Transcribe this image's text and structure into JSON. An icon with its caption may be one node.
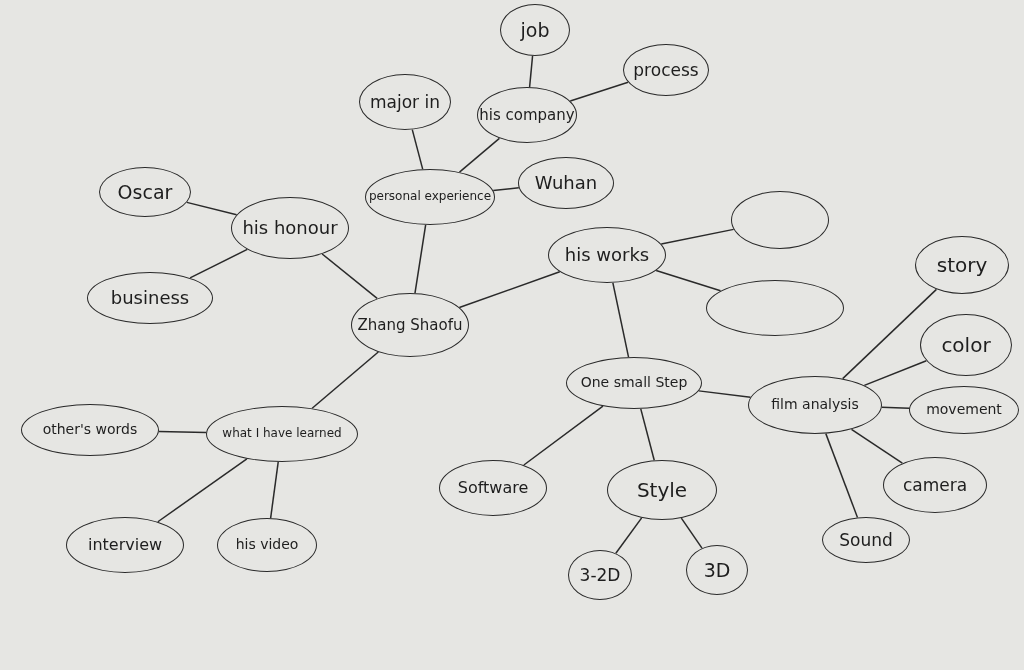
{
  "diagram": {
    "nodes": [
      {
        "text": [
          "Zhang Shaofu"
        ]
      },
      {
        "text": [
          "personal experience"
        ]
      },
      {
        "text": [
          "major in"
        ]
      },
      {
        "text": [
          "his company"
        ]
      },
      {
        "text": [
          "job"
        ]
      },
      {
        "text": [
          "process"
        ]
      },
      {
        "text": [
          "Wuhan"
        ]
      },
      {
        "text": [
          "his honour"
        ]
      },
      {
        "text": [
          "Oscar"
        ]
      },
      {
        "text": [
          "business"
        ]
      },
      {
        "text": [
          "his works"
        ]
      },
      {
        "text": [],
        "shape": "circle"
      },
      {
        "text": [],
        "shape": "circle"
      },
      {
        "text": [
          "One small Step"
        ]
      },
      {
        "text": [
          "film analysis"
        ]
      },
      {
        "text": [
          "story"
        ]
      },
      {
        "text": [
          "color"
        ]
      },
      {
        "text": [
          "movement"
        ]
      },
      {
        "text": [
          "camera"
        ]
      },
      {
        "text": [
          "Sound"
        ]
      },
      {
        "text": [
          "Software"
        ]
      },
      {
        "text": [
          "Style"
        ]
      },
      {
        "text": [
          "3-2D"
        ]
      },
      {
        "text": [
          "3D"
        ]
      },
      {
        "text": [
          "what I have learned"
        ]
      },
      {
        "text": [
          "other's words"
        ]
      },
      {
        "text": [
          "interview"
        ]
      },
      {
        "text": [
          "his video"
        ]
      }
    ],
    "edges": [
      {
        "from": 0,
        "to": 1,
        "arrow": "none"
      },
      {
        "from": 1,
        "to": 2,
        "arrow": "none"
      },
      {
        "from": 1,
        "to": 3,
        "arrow": "none"
      },
      {
        "from": 3,
        "to": 4,
        "arrow": "none"
      },
      {
        "from": 3,
        "to": 5,
        "arrow": "none"
      },
      {
        "from": 1,
        "to": 6,
        "arrow": "none"
      },
      {
        "from": 0,
        "to": 7,
        "arrow": "none"
      },
      {
        "from": 7,
        "to": 8,
        "arrow": "none"
      },
      {
        "from": 7,
        "to": 9,
        "arrow": "none"
      },
      {
        "from": 0,
        "to": 10,
        "arrow": "none"
      },
      {
        "from": 10,
        "to": 11,
        "arrow": "none"
      },
      {
        "from": 10,
        "to": 12,
        "arrow": "none"
      },
      {
        "from": 10,
        "to": 13,
        "arrow": "none"
      },
      {
        "from": 13,
        "to": 14,
        "arrow": "none"
      },
      {
        "from": 14,
        "to": 15,
        "arrow": "none"
      },
      {
        "from": 14,
        "to": 16,
        "arrow": "none"
      },
      {
        "from": 14,
        "to": 17,
        "arrow": "none"
      },
      {
        "from": 14,
        "to": 18,
        "arrow": "none"
      },
      {
        "from": 14,
        "to": 19,
        "arrow": "none"
      },
      {
        "from": 13,
        "to": 20,
        "arrow": "none"
      },
      {
        "from": 13,
        "to": 21,
        "arrow": "none"
      },
      {
        "from": 21,
        "to": 22,
        "arrow": "none"
      },
      {
        "from": 21,
        "to": 23,
        "arrow": "none"
      },
      {
        "from": 0,
        "to": 24,
        "arrow": "none"
      },
      {
        "from": 24,
        "to": 25,
        "arrow": "none"
      },
      {
        "from": 24,
        "to": 26,
        "arrow": "none"
      },
      {
        "from": 24,
        "to": 27,
        "arrow": "none"
      }
    ]
  }
}
